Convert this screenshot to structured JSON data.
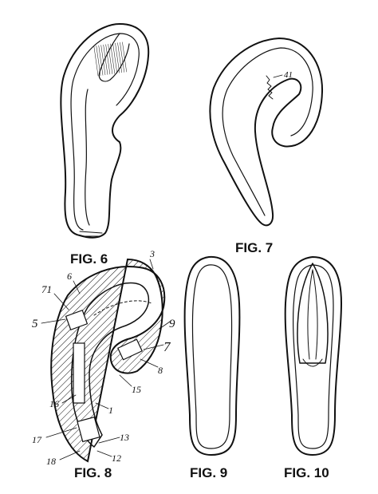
{
  "figures": {
    "fig6": {
      "caption": "FIG. 6"
    },
    "fig7": {
      "caption": "FIG. 7",
      "refs": [
        "41"
      ]
    },
    "fig8": {
      "caption": "FIG. 8",
      "refs": [
        "3",
        "6",
        "71",
        "5",
        "9",
        "7",
        "8",
        "15",
        "16",
        "1",
        "17",
        "13",
        "18",
        "12"
      ]
    },
    "fig9": {
      "caption": "FIG. 9"
    },
    "fig10": {
      "caption": "FIG. 10"
    }
  }
}
